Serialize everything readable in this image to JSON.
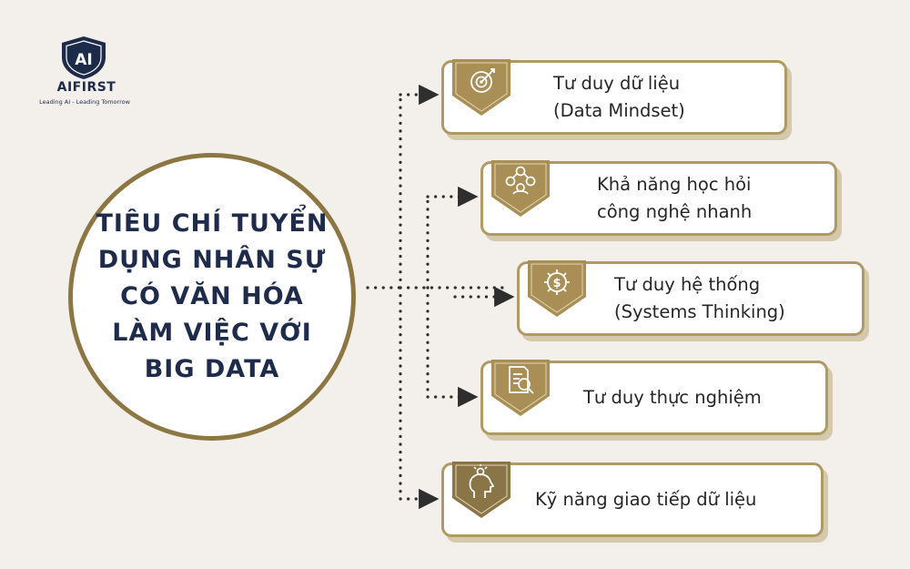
{
  "brand": {
    "name": "AIFIRST",
    "monogram": "AI",
    "tagline": "Leading AI - Leading Tomorrow"
  },
  "center": {
    "title": "TIÊU CHÍ TUYỂN\nDỤNG NHÂN SỰ\nCÓ VĂN HÓA\nLÀM VIỆC VỚI\nBIG DATA"
  },
  "criteria": [
    {
      "icon": "target-arrow-icon",
      "line1": "Tư duy dữ liệu",
      "line2": "(Data Mindset)"
    },
    {
      "icon": "learning-network-icon",
      "line1": "Khả năng học hỏi",
      "line2": "công nghệ nhanh"
    },
    {
      "icon": "dollar-gear-icon",
      "line1": "Tư duy hệ thống",
      "line2": "(Systems Thinking)"
    },
    {
      "icon": "document-magnifier-icon",
      "line1": "Tư duy thực nghiệm",
      "line2": ""
    },
    {
      "icon": "head-lightbulb-icon",
      "line1": "Kỹ năng giao tiếp dữ liệu",
      "line2": ""
    }
  ],
  "colors": {
    "background": "#f3f0eb",
    "navy": "#1e2b4a",
    "gold": "#b19a62",
    "dark_gold": "#8c7642"
  }
}
